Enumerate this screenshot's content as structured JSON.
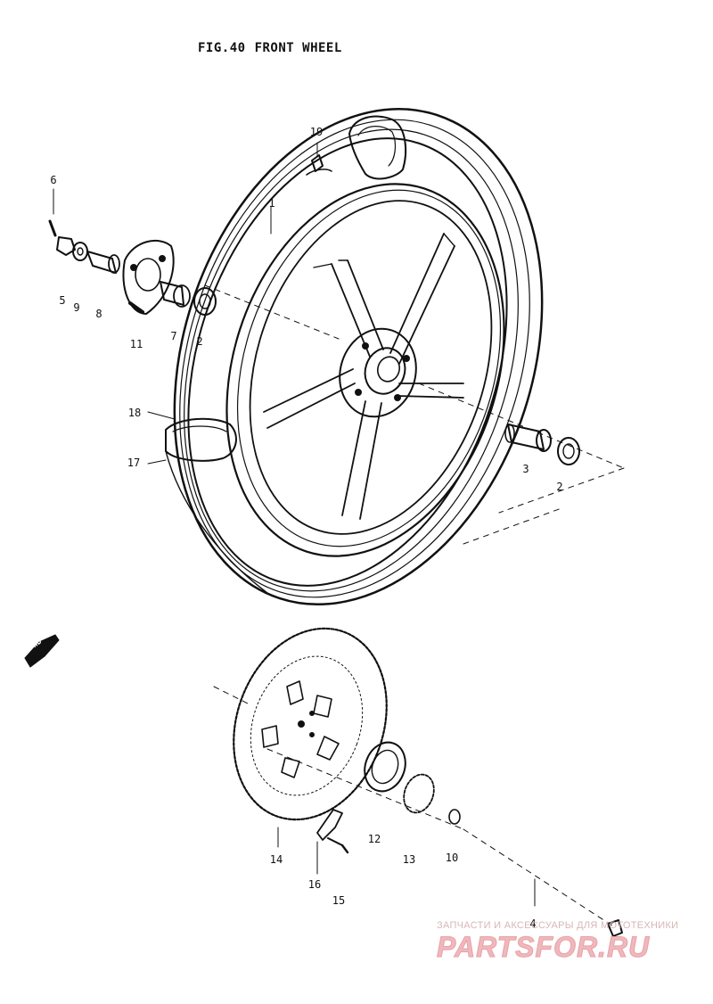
{
  "figure": {
    "number": "FIG.40",
    "title": "FRONT WHEEL"
  },
  "direction_marker": "FWD",
  "callouts": [
    {
      "id": "c1",
      "label": "1"
    },
    {
      "id": "c2a",
      "label": "2"
    },
    {
      "id": "c2b",
      "label": "2"
    },
    {
      "id": "c3",
      "label": "3"
    },
    {
      "id": "c4",
      "label": "4"
    },
    {
      "id": "c5",
      "label": "5"
    },
    {
      "id": "c6",
      "label": "6"
    },
    {
      "id": "c7",
      "label": "7"
    },
    {
      "id": "c8",
      "label": "8"
    },
    {
      "id": "c9",
      "label": "9"
    },
    {
      "id": "c10",
      "label": "10"
    },
    {
      "id": "c11",
      "label": "11"
    },
    {
      "id": "c12",
      "label": "12"
    },
    {
      "id": "c13",
      "label": "13"
    },
    {
      "id": "c14",
      "label": "14"
    },
    {
      "id": "c15",
      "label": "15"
    },
    {
      "id": "c16",
      "label": "16"
    },
    {
      "id": "c17",
      "label": "17"
    },
    {
      "id": "c18",
      "label": "18"
    },
    {
      "id": "c19",
      "label": "19"
    }
  ],
  "watermark": {
    "line1": "ЗАПЧАСТИ И АКСЕССУАРЫ ДЛЯ МОТОТЕХНИКИ",
    "line2": "PARTSFOR.RU"
  }
}
